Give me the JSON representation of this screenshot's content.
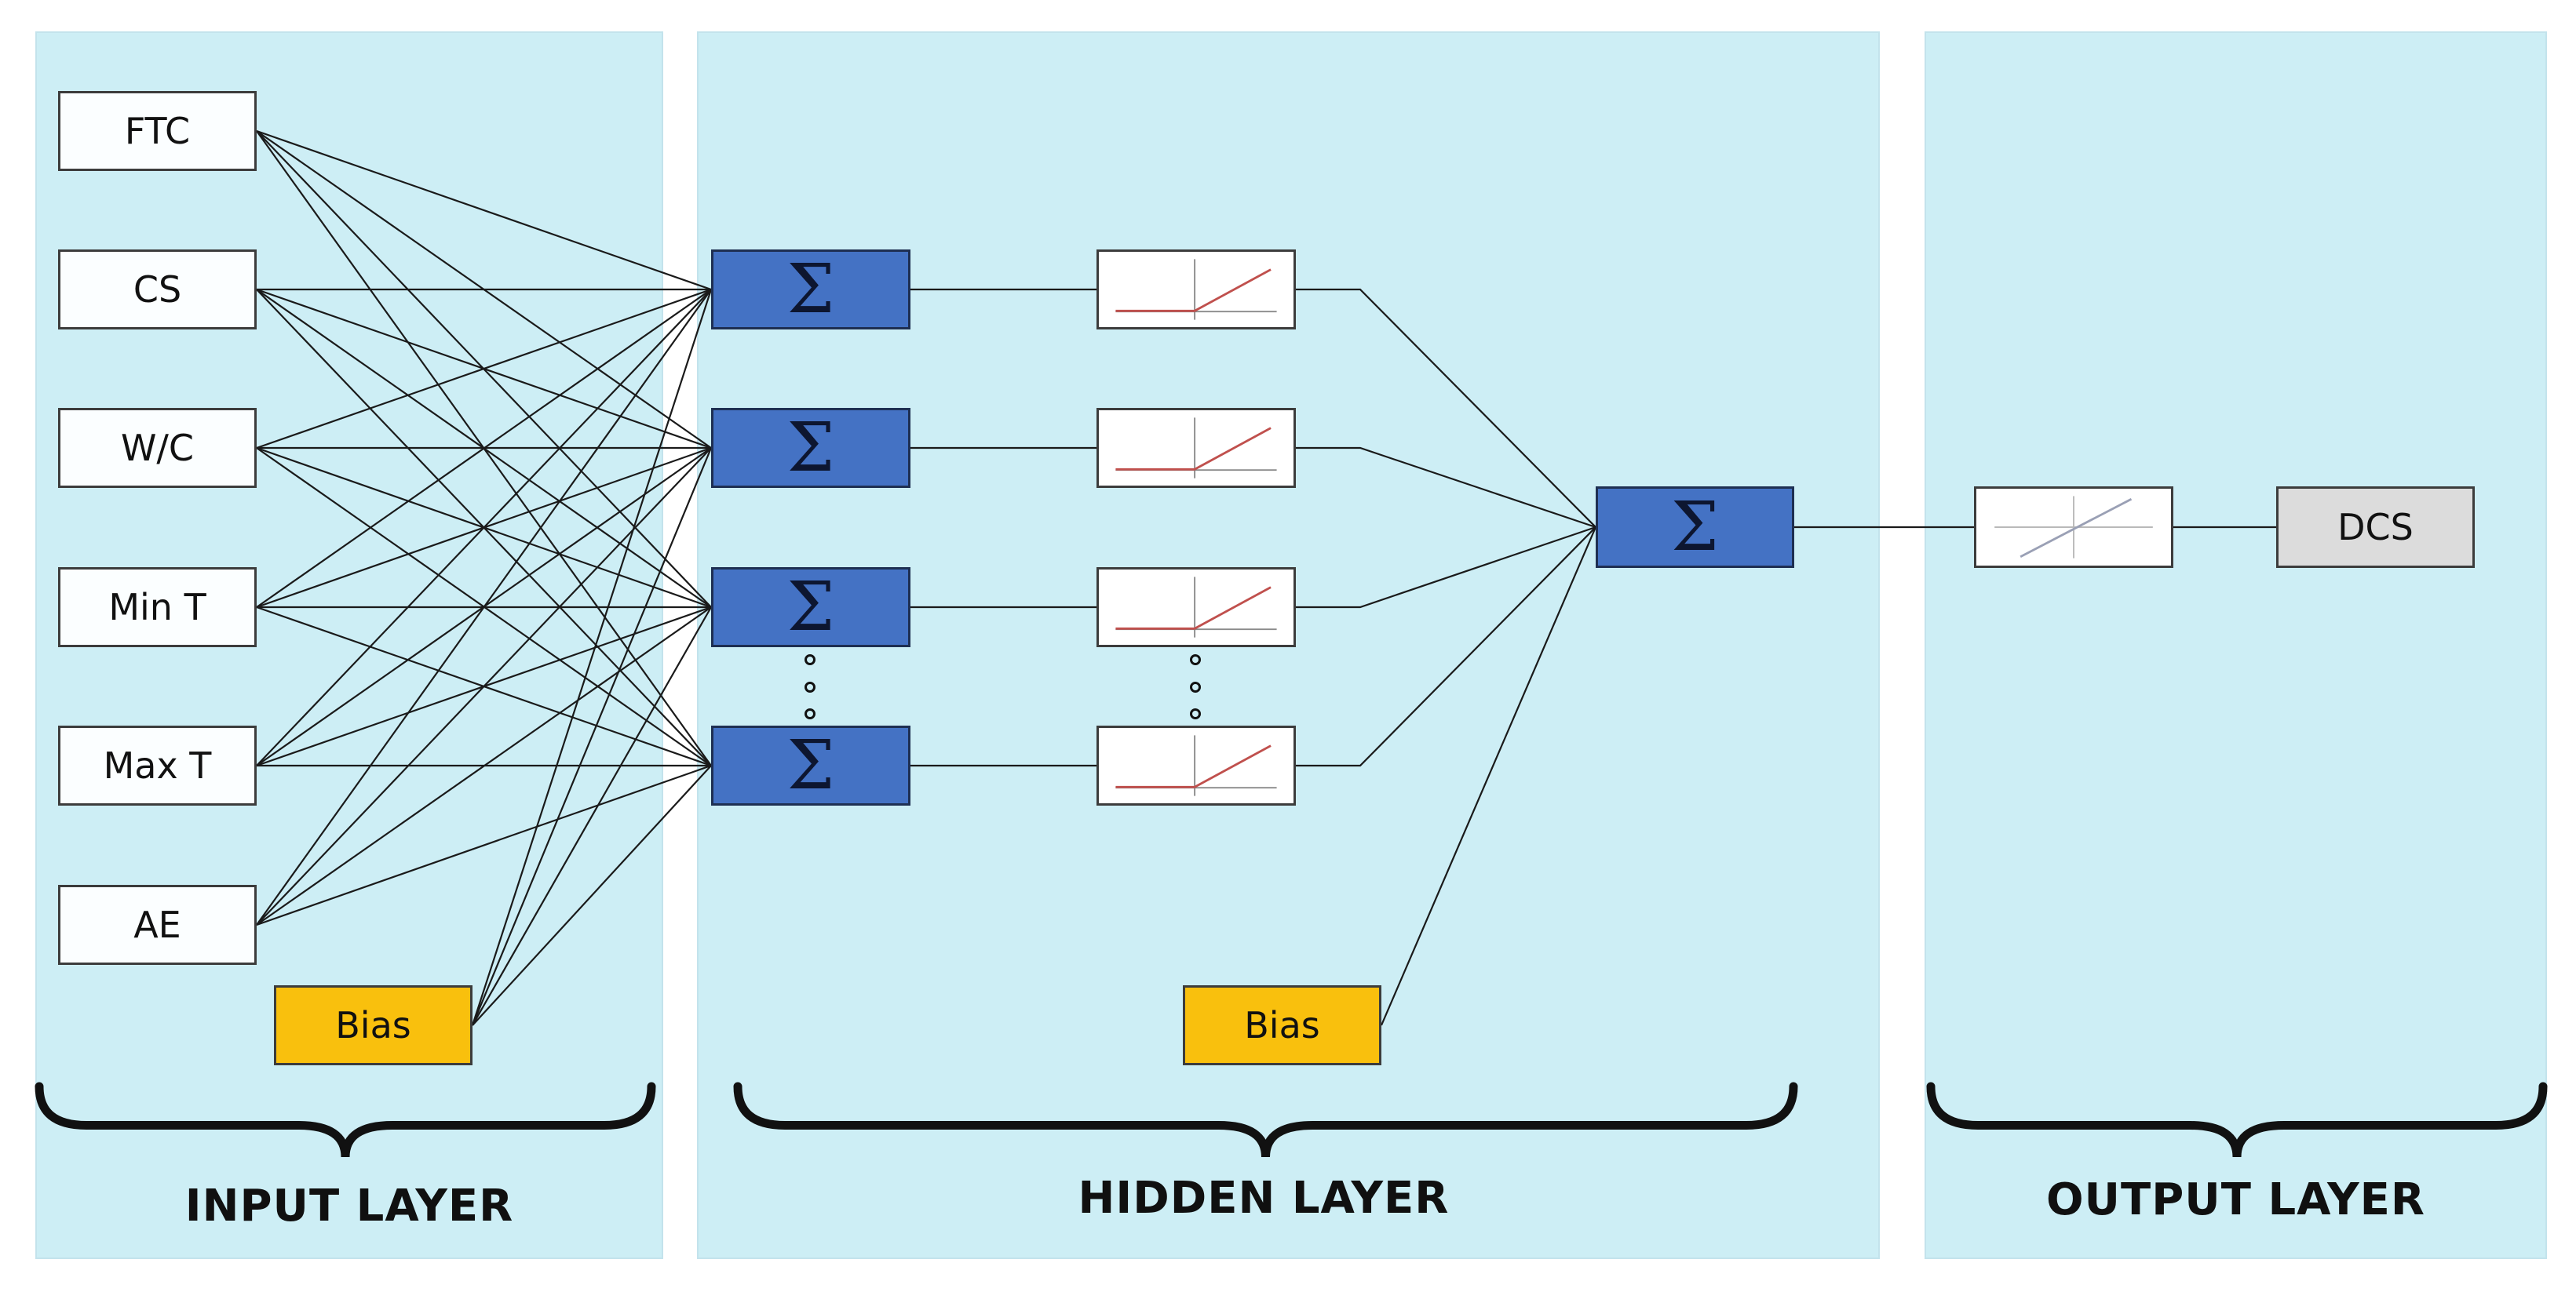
{
  "layers": {
    "input": {
      "label": "INPUT LAYER",
      "nodes": [
        "FTC",
        "CS",
        "W/C",
        "Min T",
        "Max T",
        "AE"
      ],
      "bias": "Bias"
    },
    "hidden": {
      "label": "HIDDEN LAYER",
      "sum_symbol": "Σ",
      "activation": "relu",
      "neuron_count_shown": 4,
      "bias": "Bias"
    },
    "output": {
      "label": "OUTPUT LAYER",
      "sum_symbol": "Σ",
      "activation": "linear",
      "node": "DCS"
    }
  },
  "colors": {
    "panel": "#cdeef5",
    "sum_node": "#4472c4",
    "bias_node": "#f9c00d",
    "output_node": "#dcdcdc",
    "activation_curve": "#c0504d"
  }
}
